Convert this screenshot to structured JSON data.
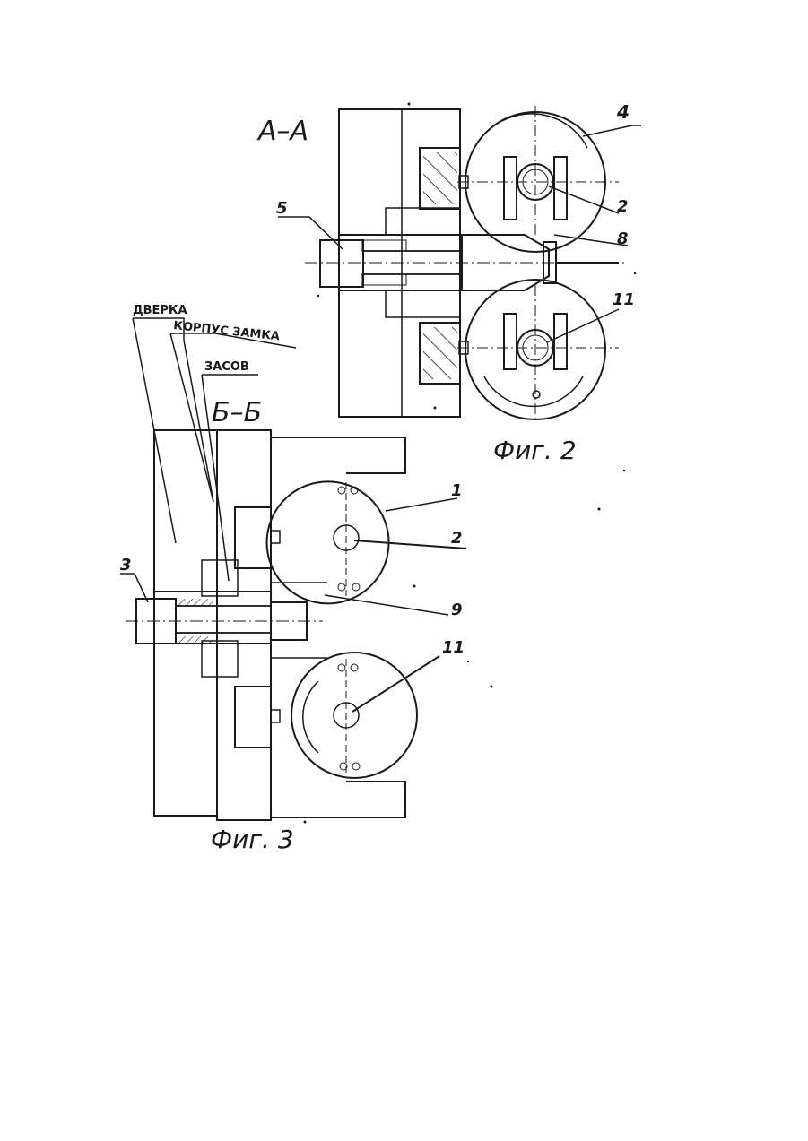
{
  "figure2": {
    "section_label": "А–А",
    "caption": "Фиг. 2",
    "callouts": [
      "4",
      "2",
      "8",
      "11",
      "5"
    ]
  },
  "figure3": {
    "section_label": "Б–Б",
    "caption": "Фиг. 3",
    "callouts": [
      "1",
      "2",
      "9",
      "11",
      "3"
    ],
    "word_labels": [
      "ДВЕРКА",
      "КОРПУС ЗАМКА",
      "ЗАСОВ"
    ]
  },
  "colors": {
    "ink": "#1a1a1a",
    "paper": "#ffffff"
  }
}
